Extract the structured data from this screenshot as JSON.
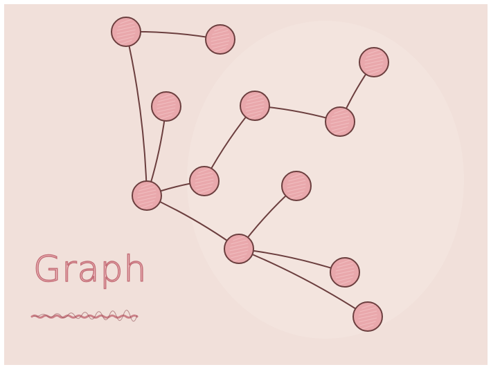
{
  "diagram": {
    "type": "graph",
    "title": "Graph",
    "colors": {
      "paper": "#f1e0da",
      "node_fill": "#e9a8ac",
      "node_stroke": "#6b3e3e",
      "edge": "#6b3e3e",
      "title_fill": "#f3c4c6",
      "title_stroke": "#c46f78"
    },
    "nodes": [
      "n1",
      "n2",
      "n3",
      "n4",
      "n5",
      "n6",
      "n7",
      "n8",
      "n9",
      "n10",
      "n11",
      "n12"
    ],
    "edges": [
      [
        "n1",
        "n2"
      ],
      [
        "n1",
        "n5"
      ],
      [
        "n4",
        "n5"
      ],
      [
        "n5",
        "n6"
      ],
      [
        "n6",
        "n7"
      ],
      [
        "n7",
        "n8"
      ],
      [
        "n8",
        "n3"
      ],
      [
        "n5",
        "n10"
      ],
      [
        "n10",
        "n9"
      ],
      [
        "n10",
        "n11"
      ],
      [
        "n10",
        "n12"
      ]
    ]
  }
}
